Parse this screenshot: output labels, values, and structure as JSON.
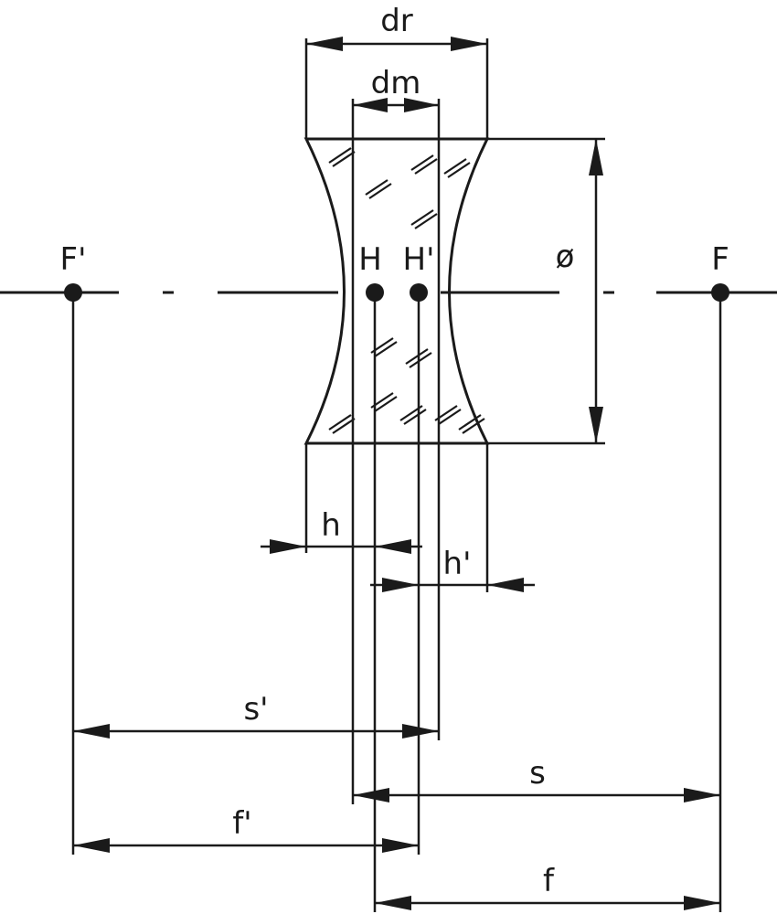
{
  "labels": {
    "dr": "dr",
    "dm": "dm",
    "diameter": "ø",
    "focal_object": "F'",
    "focal_image": "F",
    "principal_h": "H",
    "principal_h_prime": "H'",
    "h": "h",
    "h_prime": "h'",
    "s_prime": "s'",
    "s": "s",
    "f_prime": "f'",
    "f": "f"
  },
  "colors": {
    "ink": "#1a1a1a",
    "background": "#ffffff"
  }
}
